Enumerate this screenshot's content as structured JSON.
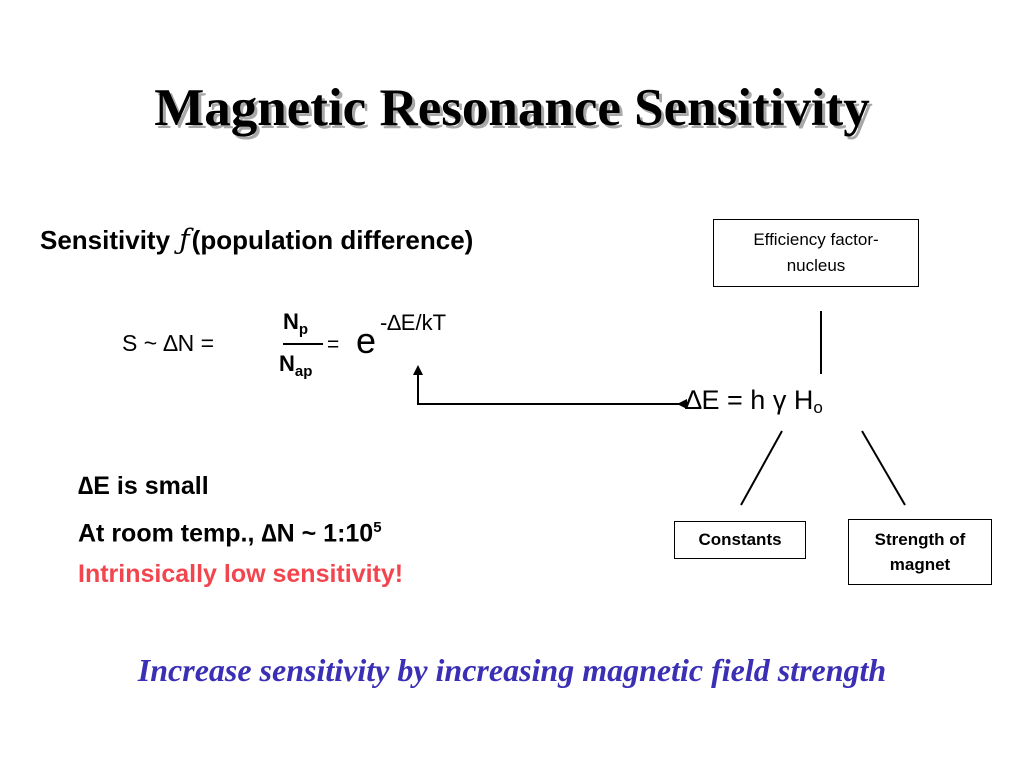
{
  "title": "Magnetic Resonance Sensitivity",
  "sensitivity_line": {
    "lead": "Sensitivity",
    "symbol": "ƒ",
    "rest": "(population difference)"
  },
  "equation": {
    "lhs": "S ~ ∆N =",
    "numerator": "N",
    "numerator_sub": "p",
    "denominator": "N",
    "denominator_sub": "ap",
    "equals": "=",
    "base": "e",
    "exponent": "-∆E/kT"
  },
  "efficiency_box": {
    "line1": "Efficiency factor-",
    "line2": "nucleus"
  },
  "delta_e": {
    "text": "∆E = h γ H",
    "sub": "o"
  },
  "constants_box": "Constants",
  "magnet_box": {
    "line1": "Strength of",
    "line2": "magnet"
  },
  "bullets": {
    "line1": "∆E is small",
    "line2": "At room temp., ∆N ~ 1:10",
    "line2_sup": "5",
    "line3": "Intrinsically low sensitivity!"
  },
  "bottom_text": "Increase sensitivity by increasing magnetic field strength",
  "colors": {
    "red_text": "#f2454d",
    "bottom_text": "#3a2fb5",
    "title_shadow": "#a8a8a8"
  }
}
